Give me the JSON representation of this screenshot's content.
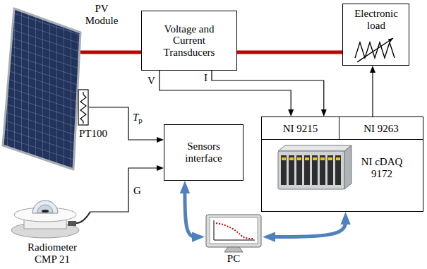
{
  "diagram": {
    "nodes": [
      {
        "text": [
          "PV Module"
        ]
      },
      {
        "text": [
          "Voltage and Current Transducers"
        ]
      },
      {
        "text": [
          "Electronic load"
        ]
      },
      {
        "text": [
          "PT100"
        ]
      },
      {
        "text": [
          "NI cDAQ 9172"
        ]
      },
      {
        "text": [
          "NI 9215"
        ],
        "in": 4
      },
      {
        "text": [
          "NI 9263"
        ],
        "in": 4
      },
      {
        "text": [
          "Sensors interface"
        ]
      },
      {
        "text": [
          "Radiometer CMP 21"
        ]
      },
      {
        "text": [
          "PC"
        ]
      }
    ],
    "edges": [
      {
        "from": 0,
        "to": 1,
        "arrow": "none"
      },
      {
        "from": 1,
        "to": 2,
        "arrow": "none"
      },
      {
        "from": 3,
        "to": 7,
        "label": "Tp",
        "arrow": "to"
      },
      {
        "from": 8,
        "to": 7,
        "label": "G",
        "arrow": "to"
      },
      {
        "from": 1,
        "to": 5,
        "label": "V",
        "arrow": "to"
      },
      {
        "from": 1,
        "to": 5,
        "label": "I",
        "arrow": "to"
      },
      {
        "from": 6,
        "to": 2,
        "arrow": "to"
      },
      {
        "from": 7,
        "to": 9,
        "arrow": "both"
      },
      {
        "from": 4,
        "to": 9,
        "arrow": "both"
      }
    ]
  }
}
